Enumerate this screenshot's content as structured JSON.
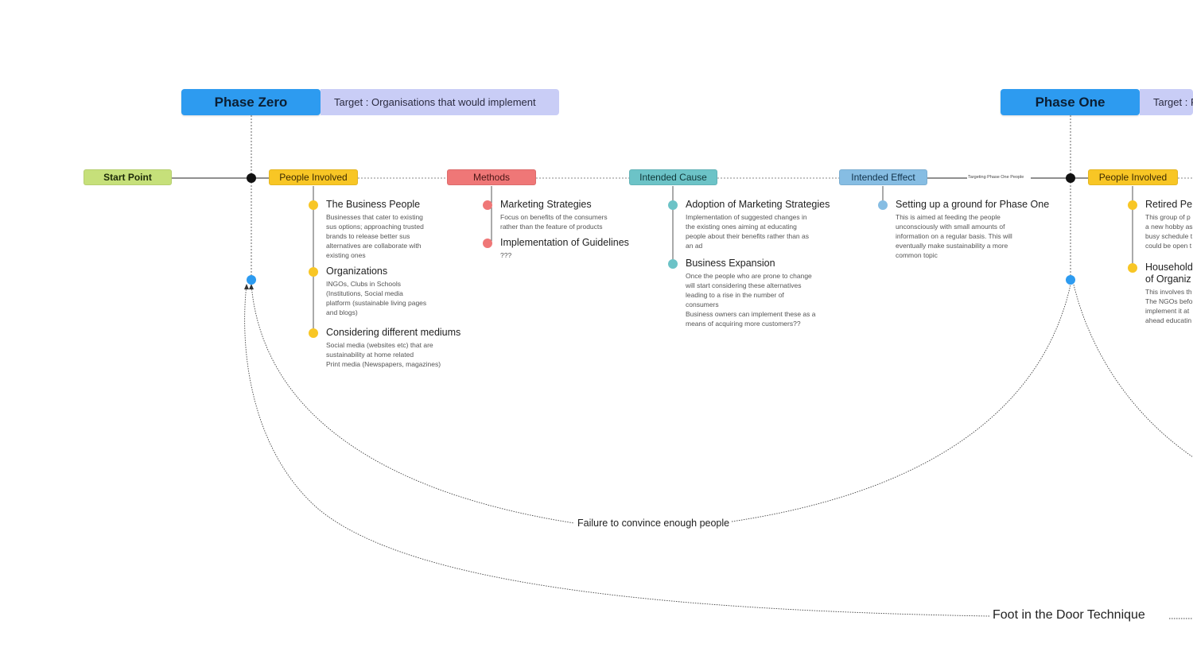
{
  "colors": {
    "phase_title": "#2d9bf0",
    "phase_target": "#c9cdf6",
    "start": "#c6e07a",
    "people": "#f8c625",
    "methods": "#ef7777",
    "cause": "#6cc3c7",
    "effect": "#86bde3",
    "junction": "#111111",
    "loop_dot": "#2d9bf0"
  },
  "phase_zero": {
    "title": "Phase Zero",
    "target": "Target : Organisations that would implement"
  },
  "phase_one": {
    "title": "Phase One",
    "target": "Target : F"
  },
  "pills": {
    "start": "Start Point",
    "people": "People Involved",
    "methods": "Methods",
    "cause": "Intended Cause",
    "effect": "Intended Effect",
    "people2": "People Involved"
  },
  "tiny_label": "Targeting Phase One People",
  "people_items": [
    {
      "title": "The Business People",
      "desc": [
        "Businesses that cater to existing",
        "sus options; approaching trusted",
        "brands to release better sus",
        "alternatives are collaborate with",
        "existing ones"
      ]
    },
    {
      "title": "Organizations",
      "desc": [
        "INGOs, Clubs in Schools",
        "(Institutions, Social media",
        "platform (sustainable living pages",
        "and blogs)"
      ]
    },
    {
      "title": "Considering different mediums",
      "desc": [
        "Social media (websites etc) that are",
        "sustainability at home related",
        "Print media (Newspapers, magazines)"
      ]
    }
  ],
  "method_items": [
    {
      "title": "Marketing Strategies",
      "desc": [
        "Focus on benefits of the consumers",
        "rather than the feature of products"
      ]
    },
    {
      "title": "Implementation of Guidelines",
      "desc": [
        "???"
      ]
    }
  ],
  "cause_items": [
    {
      "title": "Adoption of Marketing Strategies",
      "desc": [
        "Implementation of suggested changes in",
        "the existing ones aiming at educating",
        "people about their benefits rather than as",
        "an ad"
      ]
    },
    {
      "title": "Business Expansion",
      "desc": [
        "Once the people who are prone to change",
        "will start considering these alternatives",
        "leading to a rise in the number of",
        "consumers",
        "Business owners can implement these as a",
        "means of acquiring more customers??"
      ]
    }
  ],
  "effect_items": [
    {
      "title": "Setting up a ground for Phase One",
      "desc": [
        "This is aimed at feeding the people",
        "unconsciously with small amounts of",
        "information on a regular basis. This will",
        "eventually make sustainability a more",
        "common topic"
      ]
    }
  ],
  "phase_one_items": [
    {
      "title": "Retired Pe",
      "desc": [
        "This group of p",
        "a new hobby as",
        "busy schedule t",
        "could be open t"
      ]
    },
    {
      "title": "Household",
      "title2": "of Organiz",
      "desc": [
        "This involves th",
        "The NGOs befo",
        "implement it at",
        "ahead educatin"
      ]
    }
  ],
  "loops": {
    "failure": "Failure to convince enough people",
    "foot": "Foot in the Door Technique"
  }
}
